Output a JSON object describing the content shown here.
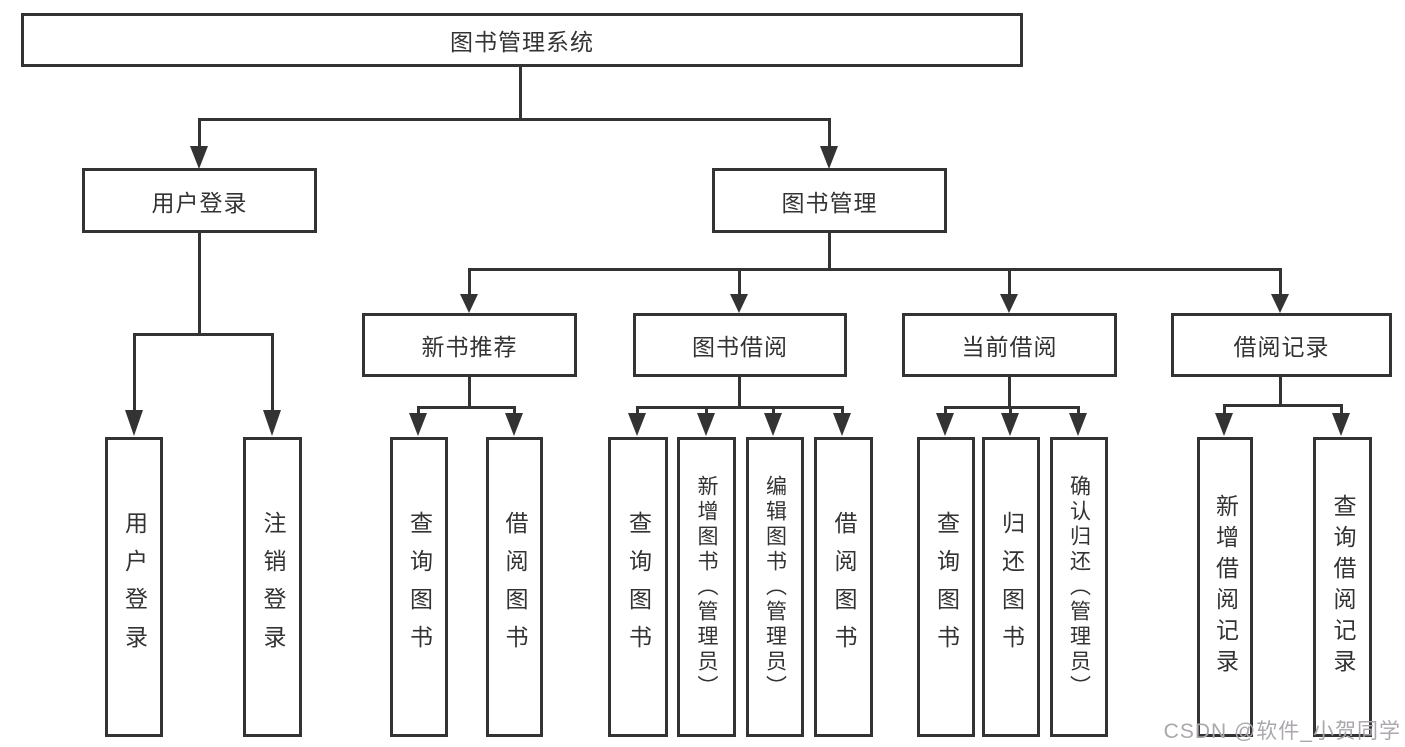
{
  "diagram": {
    "root": {
      "label": "图书管理系统"
    },
    "level2": [
      {
        "label": "用户登录",
        "children": [
          {
            "label": "用户登录"
          },
          {
            "label": "注销登录"
          }
        ]
      },
      {
        "label": "图书管理",
        "children": [
          {
            "label": "新书推荐",
            "children": [
              {
                "label": "查询图书"
              },
              {
                "label": "借阅图书"
              }
            ]
          },
          {
            "label": "图书借阅",
            "children": [
              {
                "label": "查询图书"
              },
              {
                "label": "新增图书（管理员）"
              },
              {
                "label": "编辑图书（管理员）"
              },
              {
                "label": "借阅图书"
              }
            ]
          },
          {
            "label": "当前借阅",
            "children": [
              {
                "label": "查询图书"
              },
              {
                "label": "归还图书"
              },
              {
                "label": "确认归还（管理员）"
              }
            ]
          },
          {
            "label": "借阅记录",
            "children": [
              {
                "label": "新增借阅记录"
              },
              {
                "label": "查询借阅记录"
              }
            ]
          }
        ]
      }
    ]
  },
  "watermark": {
    "text": "CSDN @软件_小贺同学"
  },
  "colors": {
    "line": "#333333",
    "text": "#333333",
    "background": "#ffffff",
    "watermark": "#aba7ad"
  }
}
